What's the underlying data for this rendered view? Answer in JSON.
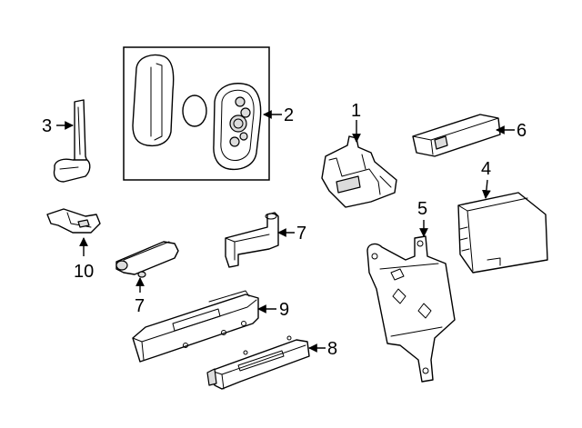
{
  "callouts": [
    {
      "id": "1",
      "label": "1"
    },
    {
      "id": "2",
      "label": "2"
    },
    {
      "id": "3",
      "label": "3"
    },
    {
      "id": "4",
      "label": "4"
    },
    {
      "id": "5",
      "label": "5"
    },
    {
      "id": "6",
      "label": "6"
    },
    {
      "id": "7a",
      "label": "7"
    },
    {
      "id": "7b",
      "label": "7"
    },
    {
      "id": "8",
      "label": "8"
    },
    {
      "id": "9",
      "label": "9"
    },
    {
      "id": "10",
      "label": "10"
    }
  ]
}
